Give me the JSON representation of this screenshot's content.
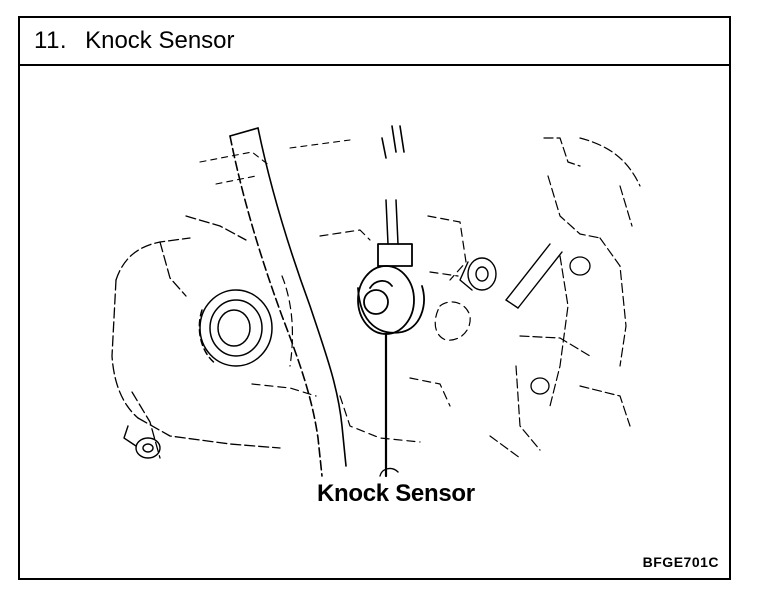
{
  "header": {
    "number": "11.",
    "title": "Knock Sensor"
  },
  "figure": {
    "callout_label": "Knock Sensor",
    "figure_code": "BFGE701C"
  }
}
